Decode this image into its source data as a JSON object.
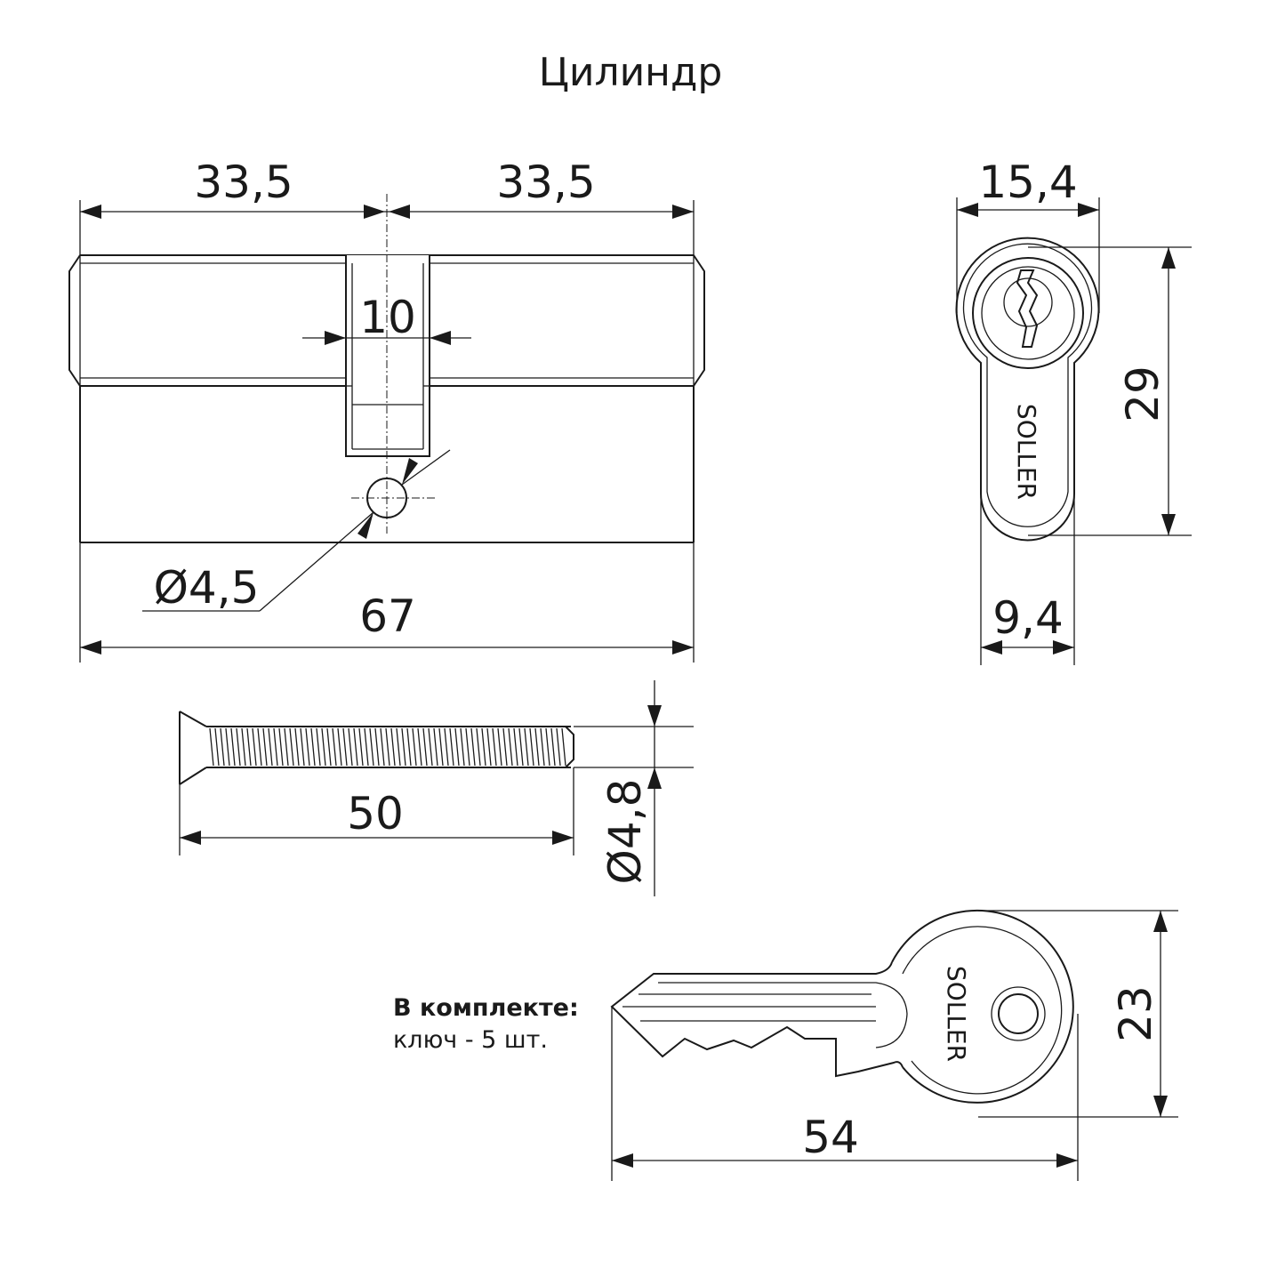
{
  "title": "Цилиндр",
  "cylinder": {
    "dim_left": "33,5",
    "dim_right": "33,5",
    "dim_cam": "10",
    "dim_hole": "Ø4,5",
    "dim_total": "67"
  },
  "front_view": {
    "dim_width_top": "15,4",
    "dim_height": "29",
    "dim_width_bottom": "9,4",
    "brand": "SOLLER"
  },
  "screw": {
    "dim_length": "50",
    "dim_diameter": "Ø4,8"
  },
  "key": {
    "dim_length": "54",
    "dim_height": "23",
    "brand": "SOLLER"
  },
  "note": {
    "heading": "В комплекте:",
    "text": "ключ - 5 шт."
  }
}
